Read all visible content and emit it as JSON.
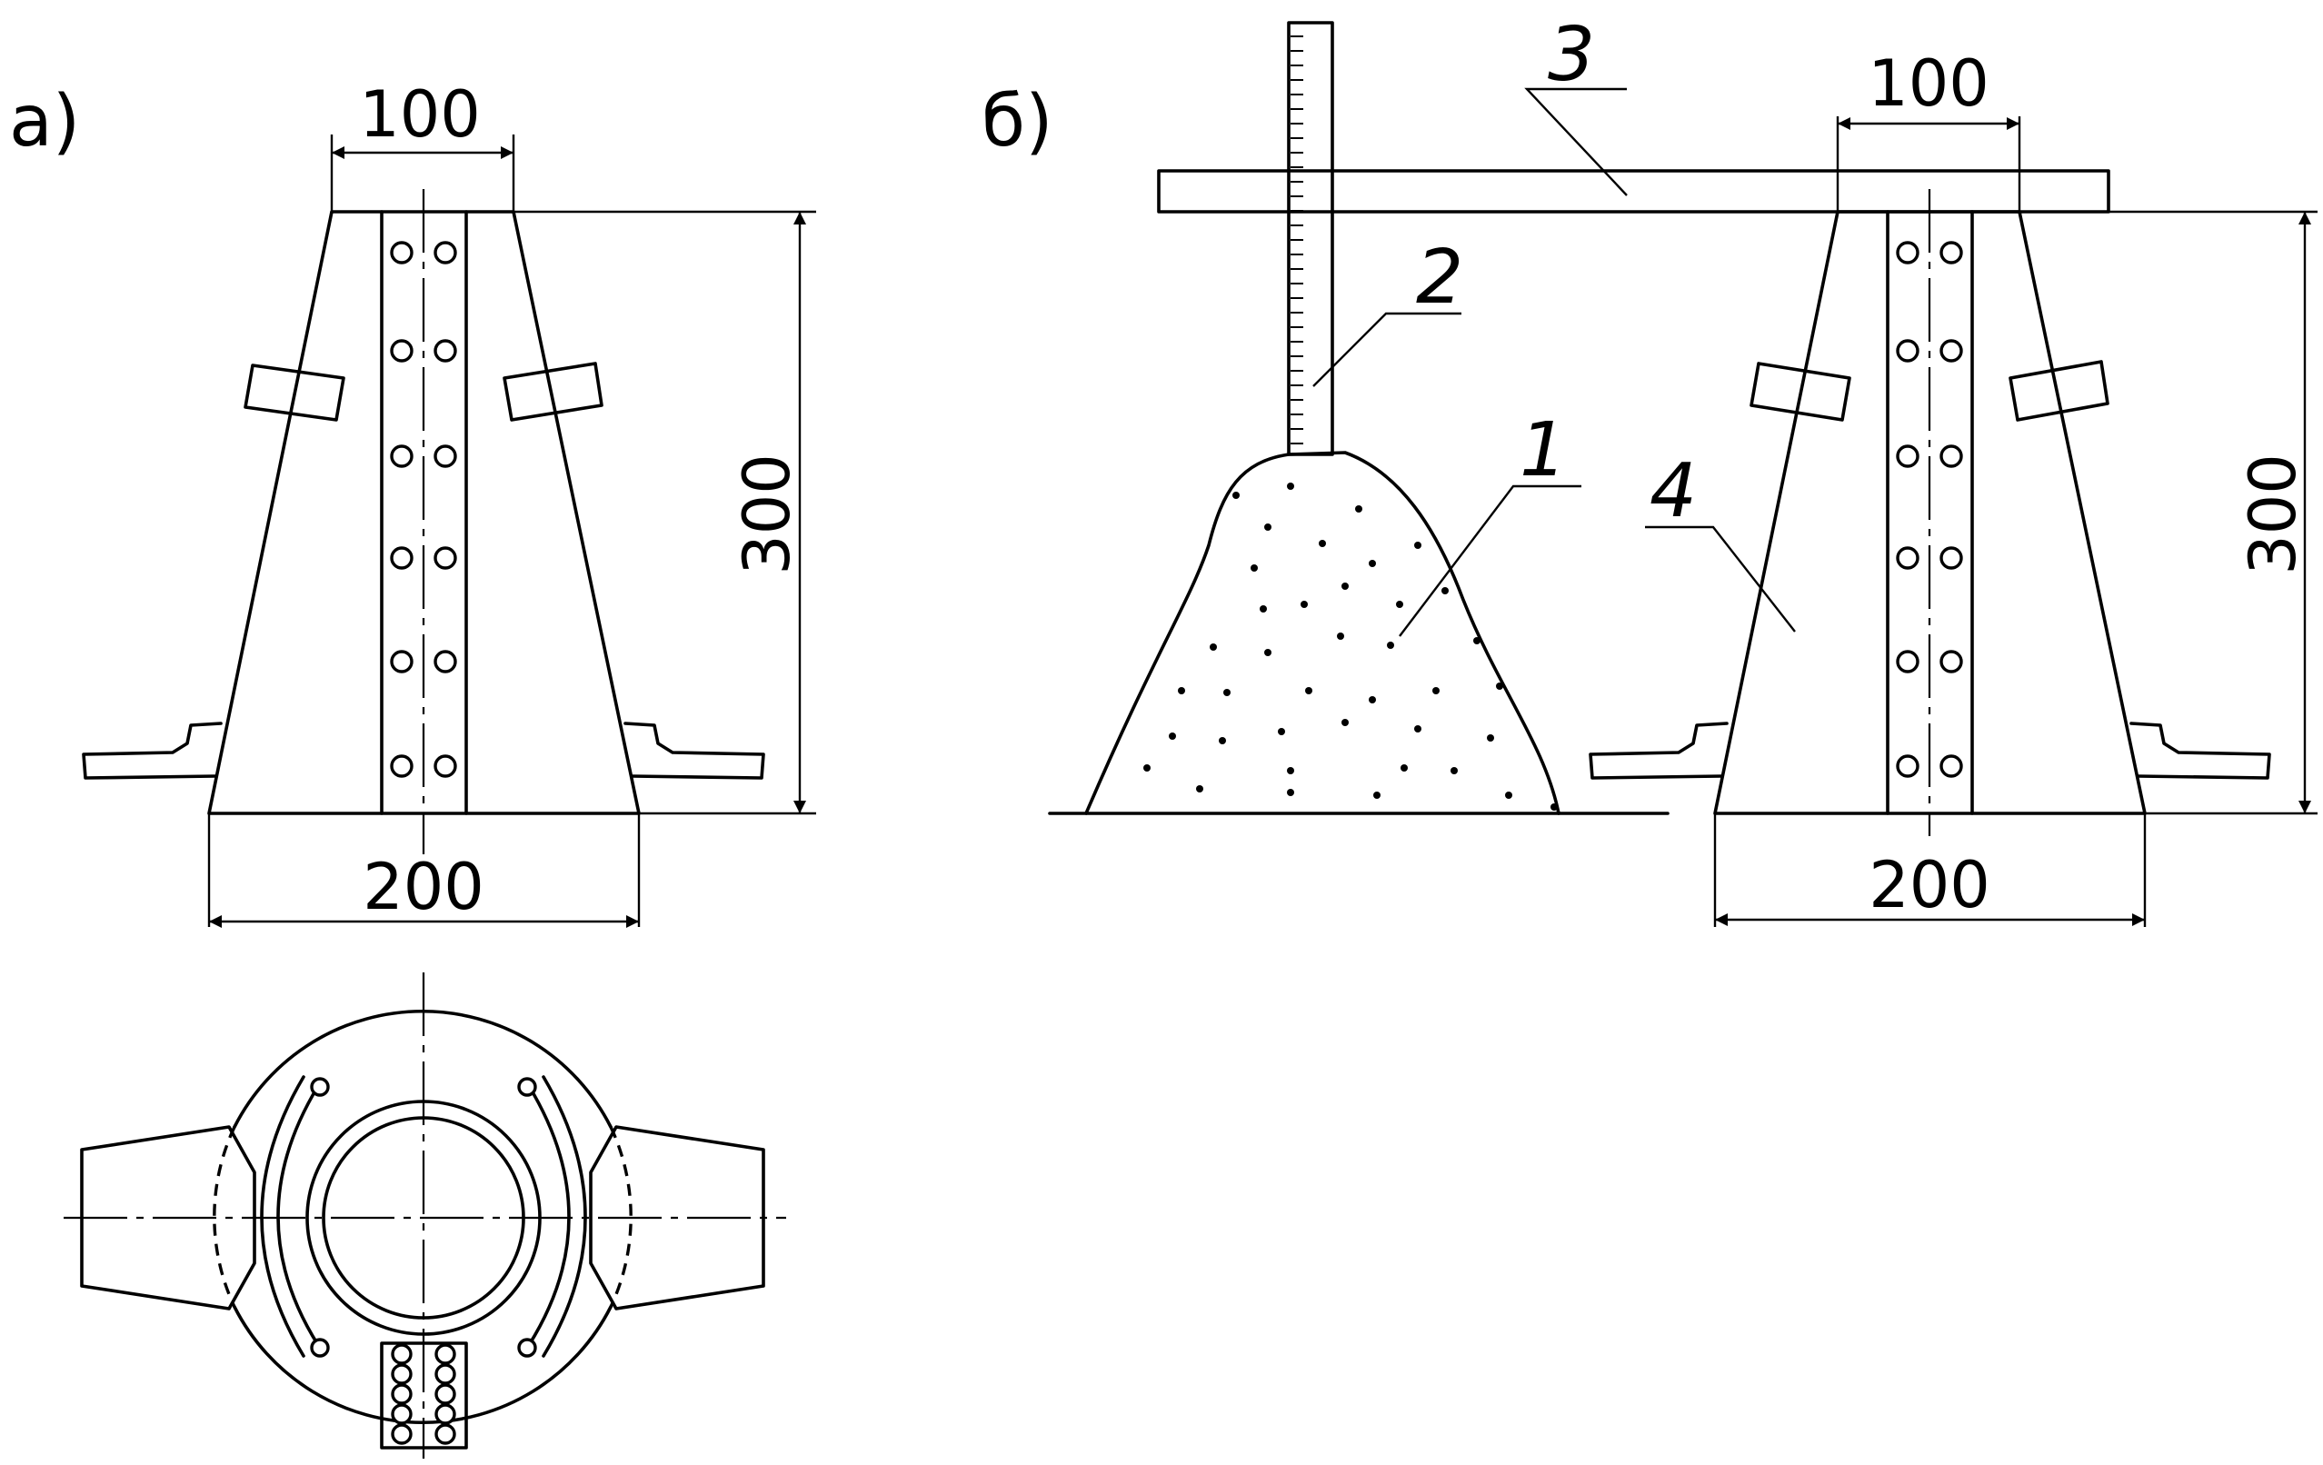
{
  "labels": {
    "view_a": "а)",
    "view_b": "б)"
  },
  "dimensions": {
    "top_diameter": "100",
    "bottom_diameter": "200",
    "height": "300"
  },
  "callouts": {
    "sample": "1",
    "ruler": "2",
    "bar": "3",
    "cone": "4"
  }
}
